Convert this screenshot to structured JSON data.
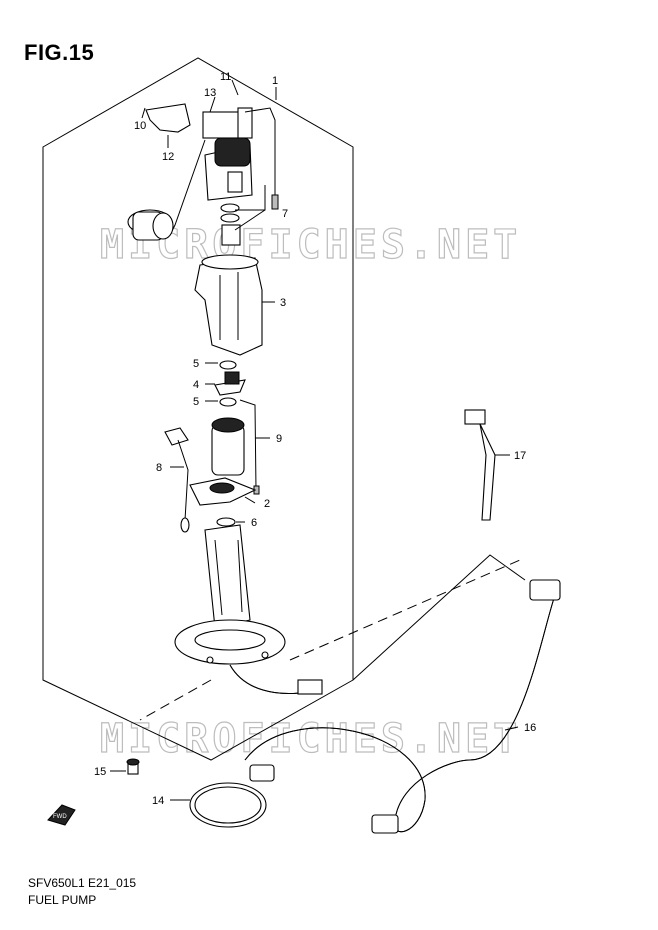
{
  "header": {
    "figure": "FIG.15"
  },
  "footer": {
    "model_code": "SFV650L1 E21_015",
    "section_name": "FUEL PUMP"
  },
  "watermark": "MICROFICHES.NET",
  "fwd_label": "FWD",
  "callouts": [
    "1",
    "2",
    "3",
    "4",
    "5",
    "5",
    "6",
    "7",
    "8",
    "9",
    "10",
    "11",
    "12",
    "13",
    "14",
    "15",
    "16",
    "17"
  ]
}
